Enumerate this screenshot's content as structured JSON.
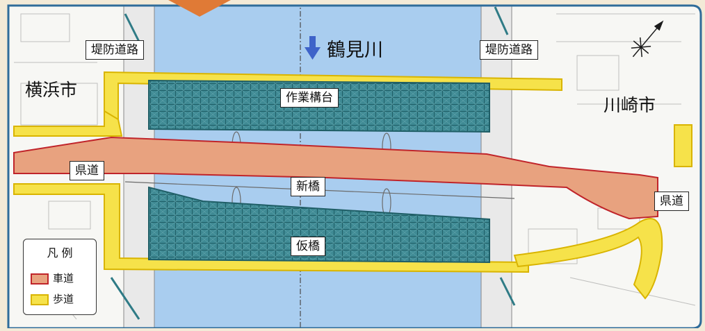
{
  "map": {
    "river": {
      "name": "鶴見川",
      "flow_arrow": "down-arrow-icon"
    },
    "cities": {
      "left": "横浜市",
      "right": "川崎市"
    },
    "labels": {
      "levee_road_left": "堤防道路",
      "levee_road_right": "堤防道路",
      "work_platform": "作業構台",
      "new_bridge": "新橋",
      "temp_bridge": "仮橋",
      "pref_road_left": "県道",
      "pref_road_right": "県道"
    },
    "legend": {
      "title": "凡 例",
      "items": [
        {
          "label": "車道",
          "color": "#e8a27f",
          "border": "#c0242a"
        },
        {
          "label": "歩道",
          "color": "#f6e24a",
          "border": "#d9b400"
        }
      ]
    },
    "colors": {
      "river": "#a9cdef",
      "frame": "#2f6c9a",
      "platform": "#2f7b86",
      "accent_arrow": "#e07a36"
    },
    "compass": "compass-rose-icon"
  }
}
